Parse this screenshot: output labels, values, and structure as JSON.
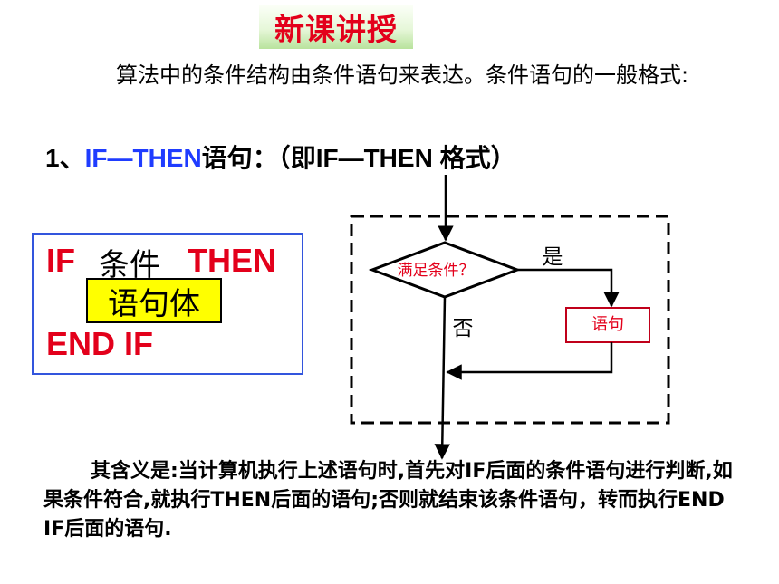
{
  "title": "新课讲授",
  "intro": "算法中的条件结构由条件语句来表达。条件语句的一般格式:",
  "heading": {
    "number": "1、",
    "keyword": "IF—THEN",
    "suffix": "语句：（即IF—THEN 格式）"
  },
  "code": {
    "if": "IF",
    "condition": "条件",
    "then": "THEN",
    "body": "语句体",
    "end": "END IF"
  },
  "flowchart": {
    "decision": "满足条件？",
    "yes": "是",
    "no": "否",
    "process": "语句"
  },
  "explanation": "其含义是:当计算机执行上述语句时,首先对IF后面的条件语句进行判断,如果条件符合,就执行THEN后面的语句;否则就结束该条件语句，转而执行END IF后面的语句."
}
